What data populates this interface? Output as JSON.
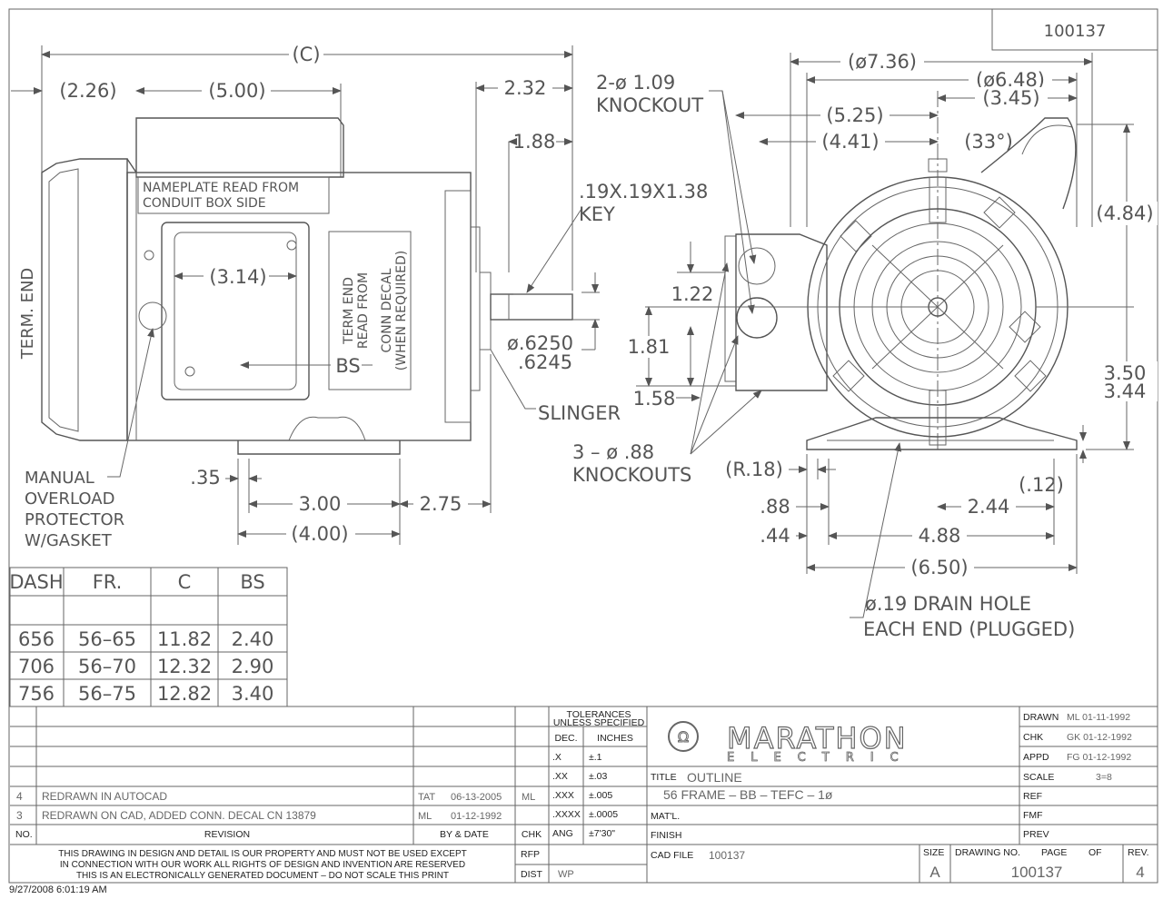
{
  "drawing_no_box": "100137",
  "side_view": {
    "dim_c": "(C)",
    "dim_226": "(2.26)",
    "dim_500": "(5.00)",
    "dim_314": "(3.14)",
    "dim_232": "2.32",
    "dim_188": "1.88",
    "key": ".19X.19X1.38",
    "key2": "KEY",
    "shaft_dia1": "ø.6250",
    "shaft_dia2": ".6245",
    "slinger": "SLINGER",
    "nameplate1": "NAMEPLATE READ FROM",
    "nameplate2": "CONDUIT BOX SIDE",
    "decal1": "TERM END",
    "decal2": "READ FROM",
    "decal3": "CONN DECAL",
    "decal4": "(WHEN REQUIRED)",
    "bs": "BS",
    "term_end": "TERM. END",
    "overload1": "MANUAL",
    "overload2": "OVERLOAD",
    "overload3": "PROTECTOR",
    "overload4": "W/GASKET",
    "dim_35": ".35",
    "dim_300": "3.00",
    "dim_275": "2.75",
    "dim_400": "(4.00)"
  },
  "end_view": {
    "knockout1": "2-ø 1.09",
    "knockout2": "KNOCKOUT",
    "dim_736": "(ø7.36)",
    "dim_648": "(ø6.48)",
    "dim_345": "(3.45)",
    "dim_525": "(5.25)",
    "dim_441": "(4.41)",
    "dim_33": "(33°)",
    "dim_484": "(4.84)",
    "dim_122": "1.22",
    "dim_181": "1.81",
    "dim_158": "1.58",
    "dim_350": "3.50",
    "dim_344": "3.44",
    "knockouts1": "3 – ø .88",
    "knockouts2": "KNOCKOUTS",
    "dim_r18": "(R.18)",
    "dim_12": "(.12)",
    "dim_88": ".88",
    "dim_244": "2.44",
    "dim_44": ".44",
    "dim_488": "4.88",
    "dim_650": "(6.50)",
    "drain1": "ø.19 DRAIN HOLE",
    "drain2": "EACH END (PLUGGED)"
  },
  "dash_table": {
    "headers": [
      "DASH",
      "FR.",
      "C",
      "BS"
    ],
    "rows": [
      [
        "656",
        "56–65",
        "11.82",
        "2.40"
      ],
      [
        "706",
        "56–70",
        "12.32",
        "2.90"
      ],
      [
        "756",
        "56–75",
        "12.82",
        "3.40"
      ]
    ]
  },
  "title_block": {
    "tolerances": "TOLERANCES",
    "unless": "UNLESS SPECIFIED",
    "dec": "DEC.",
    "inches": "INCHES",
    "tol_rows": [
      [
        ".X",
        "±.1"
      ],
      [
        ".XX",
        "±.03"
      ],
      [
        ".XXX",
        "±.005"
      ],
      [
        ".XXXX",
        "±.0005"
      ],
      [
        "ANG",
        "±7'30\""
      ]
    ],
    "revisions": [
      {
        "no": "4",
        "desc": "REDRAWN IN AUTOCAD",
        "by": "TAT",
        "date": "06-13-2005",
        "chk": "ML"
      },
      {
        "no": "3",
        "desc": "REDRAWN ON CAD, ADDED CONN. DECAL CN 13879",
        "by": "ML",
        "date": "01-12-1992",
        "chk": ""
      }
    ],
    "col_no": "NO.",
    "col_revision": "REVISION",
    "col_by": "BY & DATE",
    "col_chk": "CHK",
    "company1": "MARATHON",
    "company2": "ELECTRIC",
    "title_label": "TITLE",
    "title1": "OUTLINE",
    "title2": "56 FRAME – BB – TEFC – 1ø",
    "matl": "MAT'L.",
    "finish": "FINISH",
    "cad_file_label": "CAD FILE",
    "cad_file": "100137",
    "drawn_label": "DRAWN",
    "drawn": "ML 01-11-1992",
    "chk_label": "CHK",
    "chk": "GK 01-12-1992",
    "appd_label": "APPD",
    "appd": "FG 01-12-1992",
    "scale_label": "SCALE",
    "scale": "3=8",
    "ref": "REF",
    "fmf": "FMF",
    "prev": "PREV",
    "rfp": "RFP",
    "dist": "DIST",
    "dist_val": "WP",
    "size_label": "SIZE",
    "size": "A",
    "dwg_label": "DRAWING NO.",
    "dwg": "100137",
    "page_label": "PAGE",
    "of_label": "OF",
    "rev_label": "REV.",
    "rev": "4",
    "notice1": "THIS DRAWING IN DESIGN AND DETAIL IS OUR PROPERTY AND MUST NOT BE USED EXCEPT",
    "notice2": "IN CONNECTION WITH OUR WORK ALL RIGHTS OF DESIGN AND INVENTION ARE RESERVED",
    "notice3": "THIS IS AN ELECTRONICALLY GENERATED DOCUMENT – DO NOT SCALE THIS PRINT"
  },
  "timestamp": "9/27/2008 6:01:19 AM"
}
